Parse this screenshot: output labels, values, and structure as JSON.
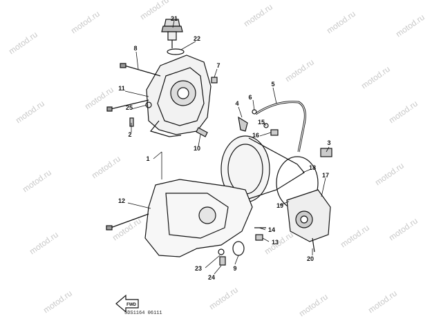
{
  "watermark_text": "motod.ru",
  "part_code": "5DS1164 06111",
  "fwd_label": "FWD",
  "callouts": {
    "c1": "1",
    "c2": "2",
    "c4": "4",
    "c5": "5",
    "c6": "6",
    "c7": "7",
    "c8": "8",
    "c9": "9",
    "c10": "10",
    "c11": "11",
    "c12": "12",
    "c13": "13",
    "c14": "14",
    "c15": "15",
    "c16": "16",
    "c17": "17",
    "c18": "18",
    "c19": "19",
    "c20": "20",
    "c21": "21",
    "c22": "22",
    "c23": "23",
    "c24": "24",
    "c25": "25",
    "c3": "3"
  }
}
